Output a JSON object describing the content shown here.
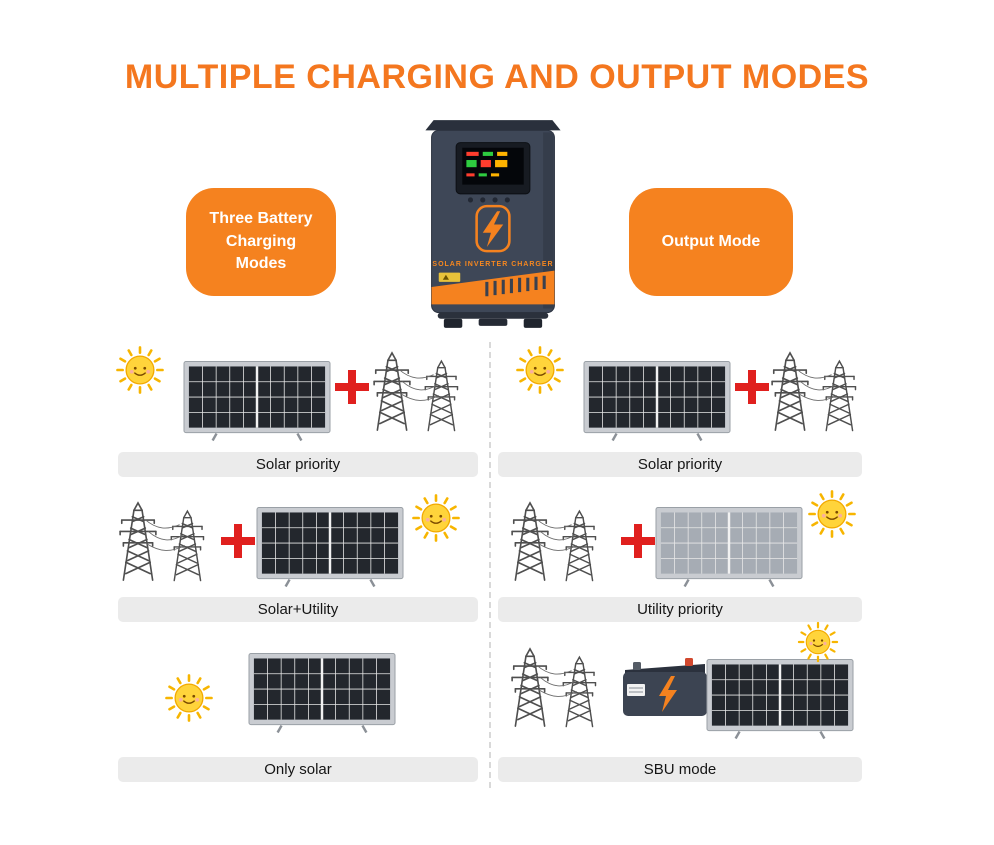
{
  "title": "MULTIPLE CHARGING AND OUTPUT MODES",
  "badges": {
    "left": "Three Battery Charging Modes",
    "right": "Output Mode"
  },
  "device": {
    "label": "SOLAR INVERTER CHARGER"
  },
  "modes": {
    "left": [
      {
        "label": "Solar priority"
      },
      {
        "label": "Solar+Utility"
      },
      {
        "label": "Only solar"
      }
    ],
    "right": [
      {
        "label": "Solar priority"
      },
      {
        "label": "Utility priority"
      },
      {
        "label": "SBU mode"
      }
    ]
  },
  "colors": {
    "accent_orange": "#F5821F",
    "title_orange": "#F4771F",
    "plus_red": "#E0201E",
    "label_bar_bg": "#EBEBEB"
  }
}
